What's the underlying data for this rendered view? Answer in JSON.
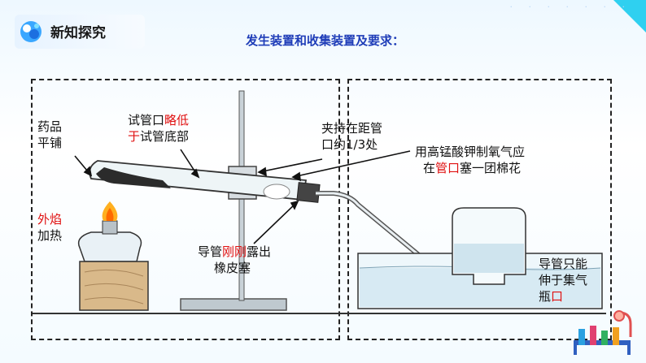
{
  "header": {
    "title": "新知探究"
  },
  "subheading": "发生装置和收集装置及要求：",
  "annotations": {
    "drug": {
      "line1": "药品",
      "line2": "平铺"
    },
    "mouth": {
      "a": "试管口",
      "b": "略低",
      "c": "于",
      "d": "试管底部"
    },
    "clamp": {
      "line1": "夹持在距管",
      "line2a": "口约",
      "line2b": "1/3",
      "line2c": "处"
    },
    "cotton": {
      "line1": "用高锰酸钾制氧气应",
      "line2a": "在",
      "line2b": "管口",
      "line2c": "塞一团棉花"
    },
    "flame": {
      "a": "外焰",
      "b": "加热"
    },
    "tube": {
      "a": "导管",
      "b": "刚刚",
      "c": "露出",
      "line2": "橡皮塞"
    },
    "bottle": {
      "line1": "导管只能",
      "line2": "伸于集气",
      "line3a": "瓶",
      "line3b": "口"
    }
  },
  "colors": {
    "accent_red": "#e01010",
    "heading_blue": "#1f3db8",
    "corner_cyan": "#2fd0f0"
  },
  "icons": [
    "app-logo-icon",
    "lab-equipment-icon"
  ]
}
